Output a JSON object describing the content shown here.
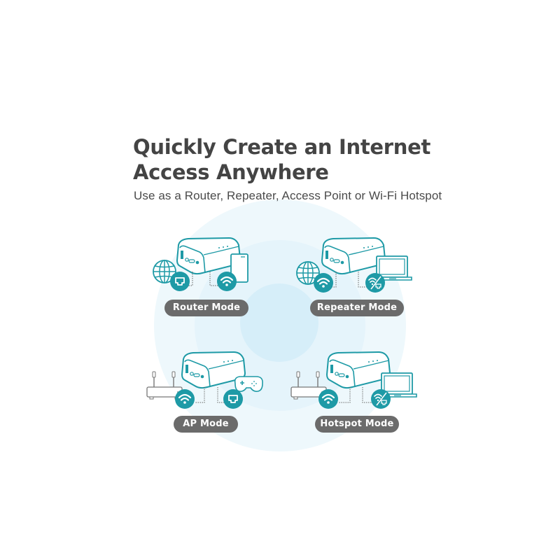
{
  "header": {
    "title_line1": "Quickly Create an Internet",
    "title_line2": "Access Anywhere",
    "subtitle": "Use as a Router, Repeater, Access Point or Wi-Fi Hotspot"
  },
  "colors": {
    "teal": "#1e9aa6",
    "pill_grey": "#6b6b6b",
    "title_text": "#444444",
    "circle_outer": "#eef8fc",
    "circle_mid": "#e5f4fb",
    "circle_inner": "#d6eef9"
  },
  "modes": [
    {
      "label": "Router Mode",
      "left_icon": "globe-icon",
      "left_badge": "ethernet-icon",
      "right_badge": "wifi-icon",
      "right_device": "phone-icon"
    },
    {
      "label": "Repeater Mode",
      "left_icon": "globe-icon",
      "left_badge": "wifi-icon",
      "right_badge": "wifi-ethernet-icon",
      "right_device": "laptop-icon"
    },
    {
      "label": "AP Mode",
      "left_icon": "router-icon",
      "left_badge": "wifi-icon",
      "right_badge": "ethernet-icon",
      "right_device": "gamepad-icon"
    },
    {
      "label": "Hotspot Mode",
      "left_icon": "router-icon",
      "left_badge": "wifi-icon",
      "right_badge": "wifi-ethernet-icon",
      "right_device": "laptop-icon"
    }
  ]
}
